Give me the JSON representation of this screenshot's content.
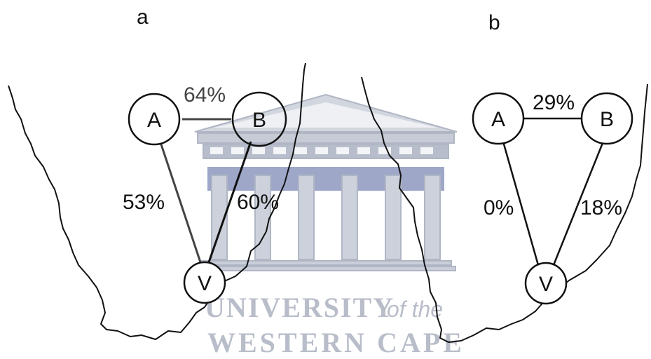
{
  "panels": [
    {
      "id": "a",
      "label": "a",
      "nodes": {
        "A": "A",
        "B": "B",
        "V": "V"
      },
      "edges": {
        "A_B": "64%",
        "A_V": "53%",
        "B_V": "60%"
      }
    },
    {
      "id": "b",
      "label": "b",
      "nodes": {
        "A": "A",
        "B": "B",
        "V": "V"
      },
      "edges": {
        "A_B": "29%",
        "A_V": "0%",
        "B_V": "18%"
      }
    }
  ],
  "watermark": {
    "line1": "UNIVERSITY",
    "line1_suffix": "of the",
    "line2": "WESTERN CAPE",
    "color": "#b8bdc9"
  },
  "colors": {
    "ink": "#111111",
    "edge_gray": "#444444",
    "watermark": "#b8bdc9",
    "watermark_band": "#9ea7c8"
  }
}
